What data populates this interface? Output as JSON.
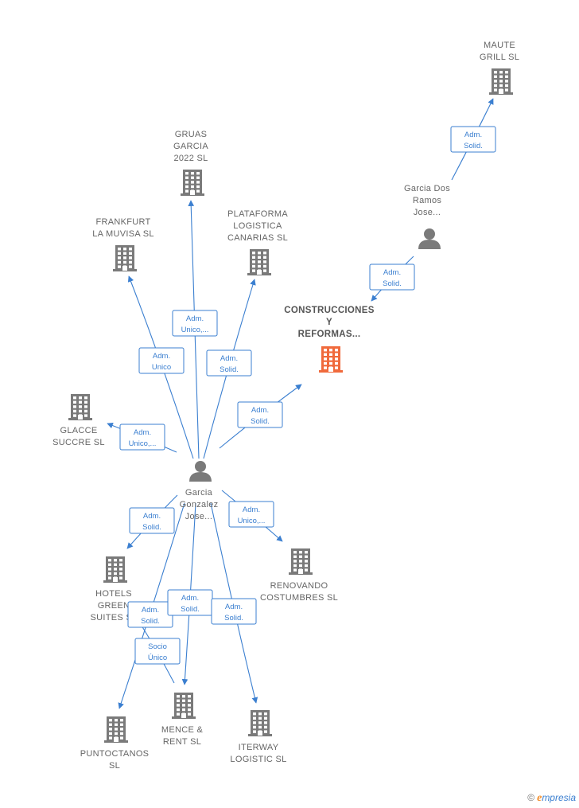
{
  "colors": {
    "edge": "#3b7fd0",
    "company": "#7a7a7a",
    "highlight_company": "#f06a3c",
    "person": "#7a7a7a"
  },
  "nodes": [
    {
      "id": "construcciones",
      "type": "company",
      "highlight": true,
      "lines": [
        "CONSTRUCCIONES",
        "Y",
        "REFORMAS..."
      ]
    },
    {
      "id": "garcia-gonzalez",
      "type": "person",
      "lines": [
        "Garcia",
        "Gonzalez",
        "Jose..."
      ]
    },
    {
      "id": "garcia-dos-ramos",
      "type": "person",
      "lines": [
        "Garcia Dos",
        "Ramos",
        "Jose..."
      ]
    },
    {
      "id": "maute",
      "type": "company",
      "lines": [
        "MAUTE",
        "GRILL  SL"
      ]
    },
    {
      "id": "gruas",
      "type": "company",
      "lines": [
        "GRUAS",
        "GARCIA",
        "2022  SL"
      ]
    },
    {
      "id": "frankfurt",
      "type": "company",
      "lines": [
        "FRANKFURT",
        "LA MUVISA  SL"
      ]
    },
    {
      "id": "plataforma",
      "type": "company",
      "lines": [
        "PLATAFORMA",
        "LOGISTICA",
        "CANARIAS SL"
      ]
    },
    {
      "id": "glacce",
      "type": "company",
      "lines": [
        "GLACCE",
        "SUCCRE  SL"
      ]
    },
    {
      "id": "hotels",
      "type": "company",
      "lines": [
        "HOTELS",
        "GREEN",
        "SUITES  SL"
      ]
    },
    {
      "id": "renovando",
      "type": "company",
      "lines": [
        "RENOVANDO",
        "COSTUMBRES SL"
      ]
    },
    {
      "id": "puntoctanos",
      "type": "company",
      "lines": [
        "PUNTOCTANOS",
        "SL"
      ]
    },
    {
      "id": "mence",
      "type": "company",
      "lines": [
        "MENCE &",
        "RENT SL"
      ]
    },
    {
      "id": "iterway",
      "type": "company",
      "lines": [
        "ITERWAY",
        "LOGISTIC  SL"
      ]
    }
  ],
  "edges": [
    {
      "from": "garcia-dos-ramos",
      "to": "maute",
      "label": [
        "Adm.",
        "Solid."
      ]
    },
    {
      "from": "garcia-dos-ramos",
      "to": "construcciones",
      "label": [
        "Adm.",
        "Solid."
      ]
    },
    {
      "from": "garcia-gonzalez",
      "to": "gruas",
      "label": [
        "Adm.",
        "Unico,..."
      ]
    },
    {
      "from": "garcia-gonzalez",
      "to": "frankfurt",
      "label": [
        "Adm.",
        "Unico"
      ]
    },
    {
      "from": "garcia-gonzalez",
      "to": "plataforma",
      "label": [
        "Adm.",
        "Solid."
      ]
    },
    {
      "from": "garcia-gonzalez",
      "to": "construcciones",
      "label": [
        "Adm.",
        "Solid."
      ]
    },
    {
      "from": "garcia-gonzalez",
      "to": "glacce",
      "label": [
        "Adm.",
        "Unico,..."
      ]
    },
    {
      "from": "garcia-gonzalez",
      "to": "hotels",
      "label": [
        "Adm.",
        "Solid."
      ]
    },
    {
      "from": "garcia-gonzalez",
      "to": "renovando",
      "label": [
        "Adm.",
        "Unico,..."
      ]
    },
    {
      "from": "garcia-gonzalez",
      "to": "puntoctanos",
      "label": [
        "Adm.",
        "Solid."
      ]
    },
    {
      "from": "garcia-gonzalez",
      "to": "mence",
      "label": [
        "Adm.",
        "Solid."
      ]
    },
    {
      "from": "garcia-gonzalez",
      "to": "iterway",
      "label": [
        "Adm.",
        "Solid."
      ]
    },
    {
      "from": "mence",
      "to": "hotels",
      "label": [
        "Socio",
        "Único"
      ]
    }
  ],
  "brand": {
    "copyright": "©",
    "initial": "e",
    "rest": "mpresia"
  }
}
